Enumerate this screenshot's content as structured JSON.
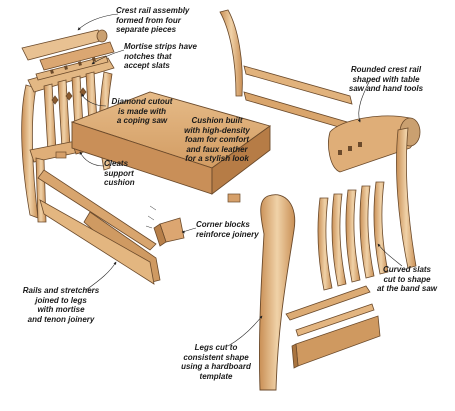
{
  "callouts": {
    "crest_rail_assembly": "Crest rail assembly\nformed from four\nseparate pieces",
    "mortise_strips": "Mortise strips have\nnotches that\naccept slats",
    "diamond_cutout": "Diamond cutout\nis made with\na coping saw",
    "cushion": "Cushion built\nwith high-density\nfoam for comfort\nand faux leather\nfor a stylish look",
    "cleats": "Cleats\nsupport\ncushion",
    "corner_blocks": "Corner blocks\nreinforce joinery",
    "rails_stretchers": "Rails and stretchers\njoined to legs\nwith mortise\nand tenon joinery",
    "legs": "Legs cut to\nconsistent shape\nusing a hardboard\ntemplate",
    "rounded_crest_rail": "Rounded crest rail\nshaped with table\nsaw and hand tools",
    "curved_slats": "Curved slats\ncut to shape\nat the band saw"
  },
  "colors": {
    "wood_light": "#e9c79a",
    "wood_mid": "#d7a46e",
    "wood_dark": "#b87c44",
    "cushion_top": "#dcab77",
    "cushion_side": "#c58c55",
    "outline": "#6b4a2b",
    "leader": "#222222"
  }
}
